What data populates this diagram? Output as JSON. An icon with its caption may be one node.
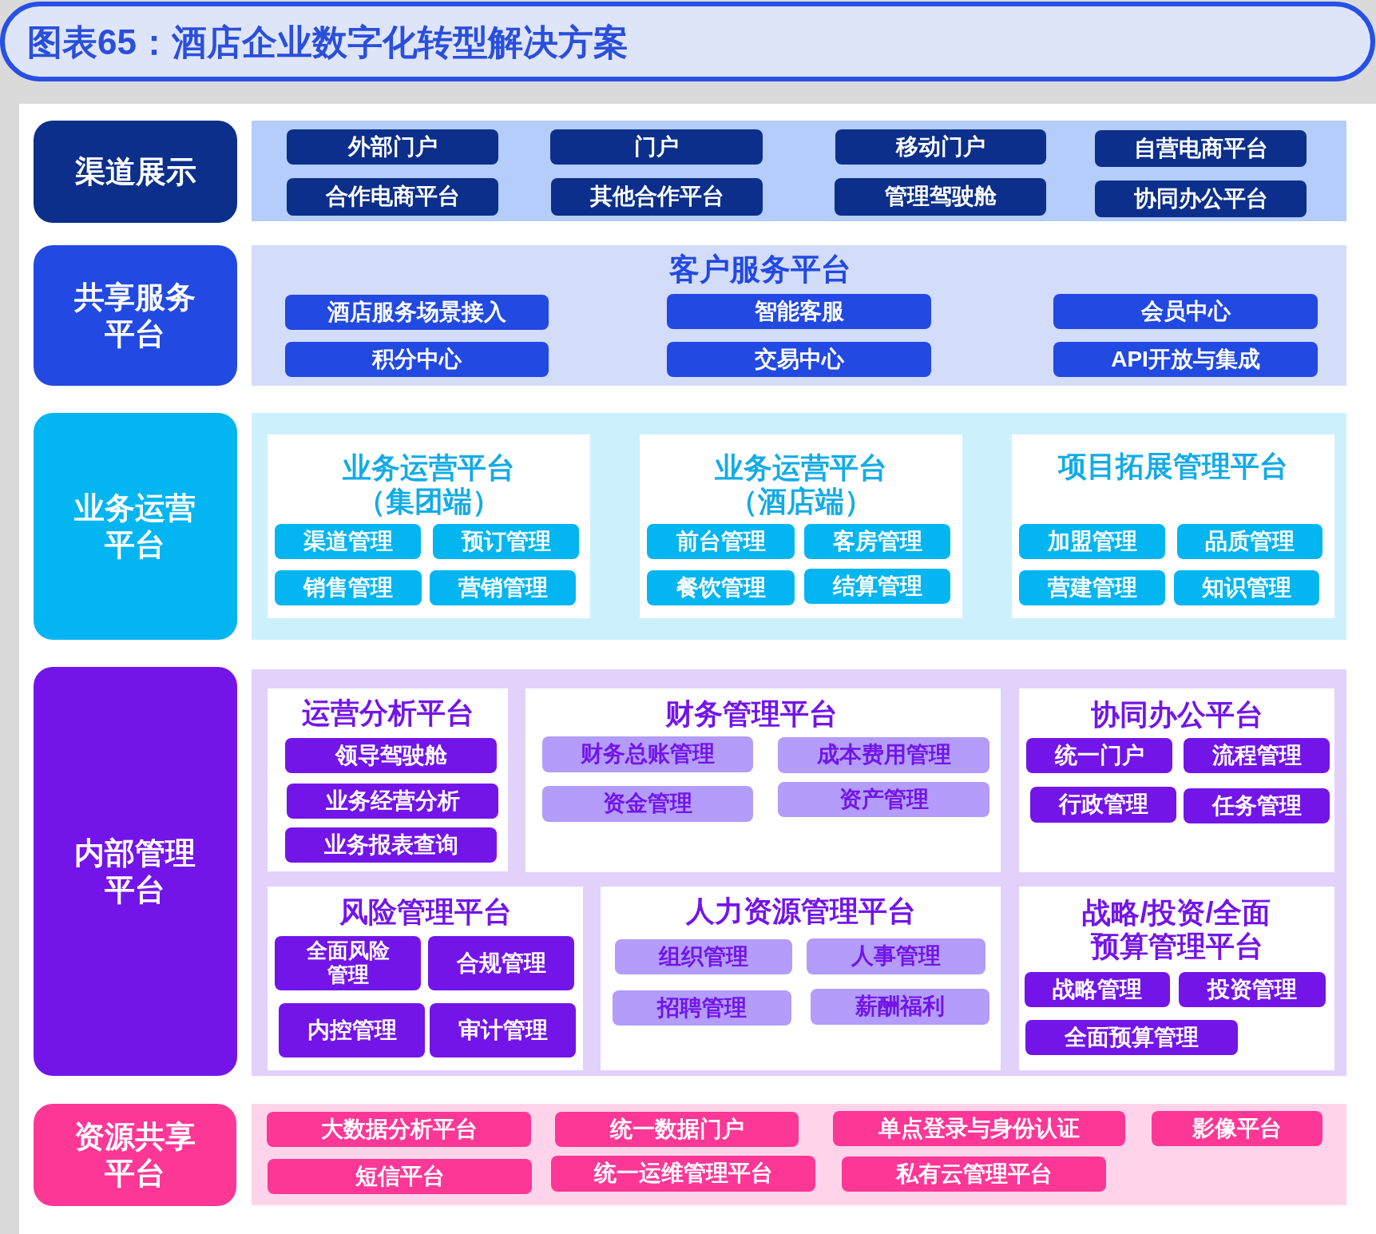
{
  "diagram": {
    "title": "图表65：酒店企业数字化转型解决方案",
    "nodes": [
      {
        "text": [
          "渠道展示"
        ]
      },
      {
        "text": [],
        "shape": "box"
      },
      {
        "text": [
          "外部门户"
        ],
        "in": 1
      },
      {
        "text": [
          "门户"
        ],
        "in": 1
      },
      {
        "text": [
          "移动门户"
        ],
        "in": 1
      },
      {
        "text": [
          "自营电商平台"
        ],
        "in": 1
      },
      {
        "text": [
          "合作电商平台"
        ],
        "in": 1
      },
      {
        "text": [
          "其他合作平台"
        ],
        "in": 1
      },
      {
        "text": [
          "管理驾驶舱"
        ],
        "in": 1
      },
      {
        "text": [
          "协同办公平台"
        ],
        "in": 1
      },
      {
        "text": [
          "共享服务平台"
        ]
      },
      {
        "text": [
          "客户服务平台"
        ]
      },
      {
        "text": [
          "酒店服务场景接入"
        ],
        "in": 11
      },
      {
        "text": [
          "智能客服"
        ],
        "in": 11
      },
      {
        "text": [
          "会员中心"
        ],
        "in": 11
      },
      {
        "text": [
          "积分中心"
        ],
        "in": 11
      },
      {
        "text": [
          "交易中心"
        ],
        "in": 11
      },
      {
        "text": [
          "API开放与集成"
        ],
        "in": 11
      },
      {
        "text": [
          "业务运营平台"
        ]
      },
      {
        "text": [],
        "shape": "box"
      },
      {
        "text": [
          "业务运营平台（集团端）"
        ],
        "in": 19
      },
      {
        "text": [
          "渠道管理"
        ],
        "in": 20
      },
      {
        "text": [
          "预订管理"
        ],
        "in": 20
      },
      {
        "text": [
          "销售管理"
        ],
        "in": 20
      },
      {
        "text": [
          "营销管理"
        ],
        "in": 20
      },
      {
        "text": [
          "业务运营平台（酒店端）"
        ],
        "in": 19
      },
      {
        "text": [
          "前台管理"
        ],
        "in": 25
      },
      {
        "text": [
          "客房管理"
        ],
        "in": 25
      },
      {
        "text": [
          "餐饮管理"
        ],
        "in": 25
      },
      {
        "text": [
          "结算管理"
        ],
        "in": 25
      },
      {
        "text": [
          "项目拓展管理平台"
        ],
        "in": 19
      },
      {
        "text": [
          "加盟管理"
        ],
        "in": 30
      },
      {
        "text": [
          "品质管理"
        ],
        "in": 30
      },
      {
        "text": [
          "营建管理"
        ],
        "in": 30
      },
      {
        "text": [
          "知识管理"
        ],
        "in": 30
      },
      {
        "text": [
          "内部管理平台"
        ]
      },
      {
        "text": [],
        "shape": "box"
      },
      {
        "text": [
          "运营分析平台"
        ],
        "in": 36
      },
      {
        "text": [
          "领导驾驶舱"
        ],
        "in": 37
      },
      {
        "text": [
          "业务经营分析"
        ],
        "in": 37
      },
      {
        "text": [
          "业务报表查询"
        ],
        "in": 37
      },
      {
        "text": [
          "财务管理平台"
        ],
        "in": 36
      },
      {
        "text": [
          "财务总账管理"
        ],
        "in": 41
      },
      {
        "text": [
          "成本费用管理"
        ],
        "in": 41
      },
      {
        "text": [
          "资金管理"
        ],
        "in": 41
      },
      {
        "text": [
          "资产管理"
        ],
        "in": 41
      },
      {
        "text": [
          "协同办公平台"
        ],
        "in": 36
      },
      {
        "text": [
          "统一门户"
        ],
        "in": 46
      },
      {
        "text": [
          "流程管理"
        ],
        "in": 46
      },
      {
        "text": [
          "行政管理"
        ],
        "in": 46
      },
      {
        "text": [
          "任务管理"
        ],
        "in": 46
      },
      {
        "text": [
          "风险管理平台"
        ],
        "in": 36
      },
      {
        "text": [
          "全面风险管理"
        ],
        "in": 51
      },
      {
        "text": [
          "合规管理"
        ],
        "in": 51
      },
      {
        "text": [
          "内控管理"
        ],
        "in": 51
      },
      {
        "text": [
          "审计管理"
        ],
        "in": 51
      },
      {
        "text": [
          "人力资源管理平台"
        ],
        "in": 36
      },
      {
        "text": [
          "组织管理"
        ],
        "in": 56
      },
      {
        "text": [
          "人事管理"
        ],
        "in": 56
      },
      {
        "text": [
          "招聘管理"
        ],
        "in": 56
      },
      {
        "text": [
          "薪酬福利"
        ],
        "in": 56
      },
      {
        "text": [
          "战略/投资/全面预算管理平台"
        ],
        "in": 36
      },
      {
        "text": [
          "战略管理"
        ],
        "in": 61
      },
      {
        "text": [
          "投资管理"
        ],
        "in": 61
      },
      {
        "text": [
          "全面预算管理"
        ],
        "in": 61
      },
      {
        "text": [
          "资源共享平台"
        ]
      },
      {
        "text": [],
        "shape": "box"
      },
      {
        "text": [
          "大数据分析平台"
        ],
        "in": 66
      },
      {
        "text": [
          "统一数据门户"
        ],
        "in": 66
      },
      {
        "text": [
          "单点登录与身份认证"
        ],
        "in": 66
      },
      {
        "text": [
          "影像平台"
        ],
        "in": 66
      },
      {
        "text": [
          "短信平台"
        ],
        "in": 66
      },
      {
        "text": [
          "统一运维管理平台"
        ],
        "in": 66
      },
      {
        "text": [
          "私有云管理平台"
        ],
        "in": 66
      }
    ]
  }
}
